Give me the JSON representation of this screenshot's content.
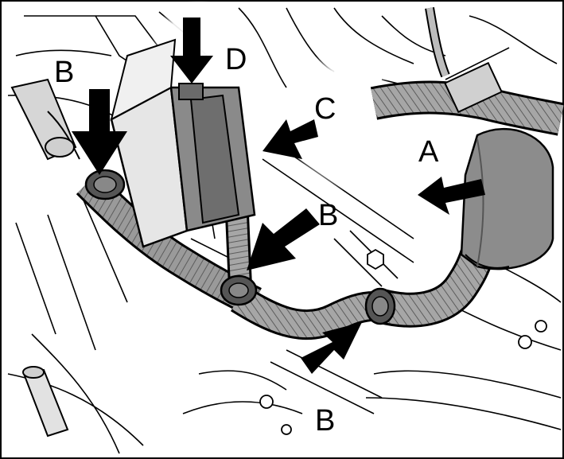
{
  "callouts": {
    "a": "A",
    "b_left": "B",
    "b_center": "B",
    "b_bottom": "B",
    "c": "C",
    "d": "D"
  },
  "colors": {
    "ink": "#000000",
    "hose_fill": "#9a9a9a",
    "part_fill": "#cfcfcf",
    "module_fill": "#7a7a7a",
    "background": "#ffffff",
    "glow": "#ffffff"
  },
  "icons": {
    "arrow": "solid-black-arrow-icon"
  }
}
